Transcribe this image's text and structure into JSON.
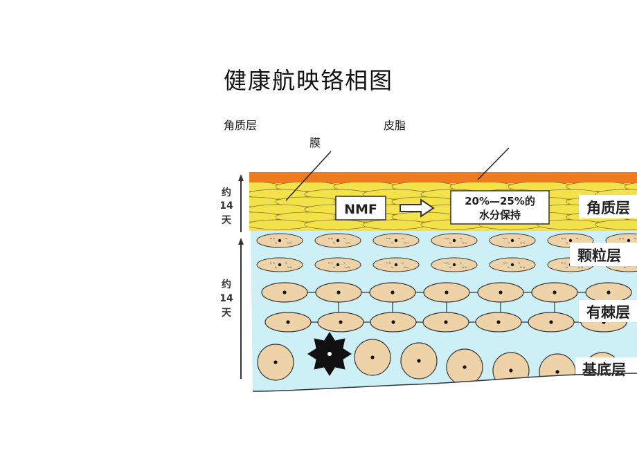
{
  "title": "健康航映铬相图",
  "labels": {
    "stratum_corneum_caption": "角质层",
    "sebum_film_caption_part1": "皮脂",
    "sebum_film_caption_part2": "膜"
  },
  "diagram": {
    "left_scale": [
      {
        "line1": "约",
        "line2": "14",
        "line3": "天"
      },
      {
        "line1": "约",
        "line2": "14",
        "line3": "天"
      }
    ],
    "nmf_box": "NMF",
    "water_box_line1": "20%—25%的",
    "water_box_line2": "水分保持",
    "layer_names": [
      "角质层",
      "颗粒层",
      "有棘层",
      "基底层"
    ]
  },
  "colors": {
    "sebum_film": "#f07a1e",
    "stratum_corneum": "#f4e24a",
    "living_layers": "#cdeff6",
    "cell_fill": "#efd3a8",
    "cell_outline": "#333333"
  }
}
